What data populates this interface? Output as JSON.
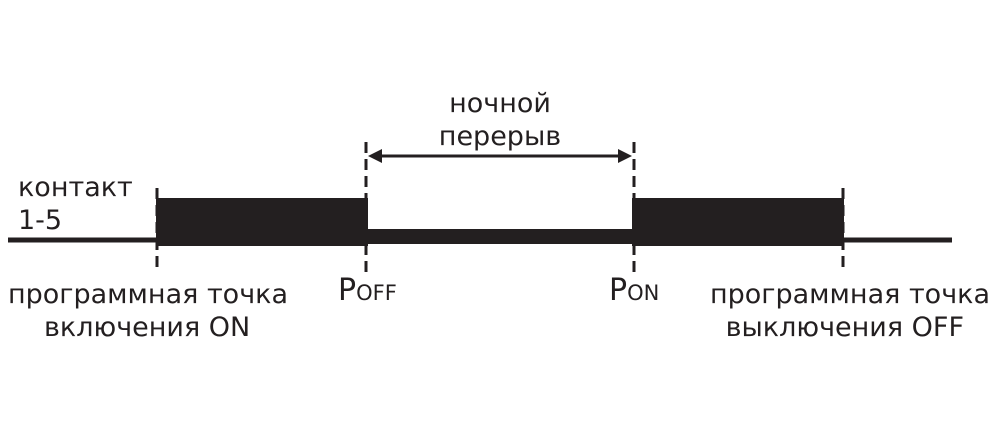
{
  "contact_label": {
    "line1": "контакт",
    "line2": "1-5"
  },
  "gap_label": {
    "line1": "ночной",
    "line2": "перерыв"
  },
  "p_off": {
    "p": "P",
    "sub": "OFF"
  },
  "p_on": {
    "p": "P",
    "sub": "ON"
  },
  "on_point_label": {
    "line1": "программная точка",
    "line2": "включения ON"
  },
  "off_point_label": {
    "line1": "программная точка",
    "line2": "выключения OFF"
  },
  "colors": {
    "ink": "#231f20",
    "background": "#ffffff"
  }
}
